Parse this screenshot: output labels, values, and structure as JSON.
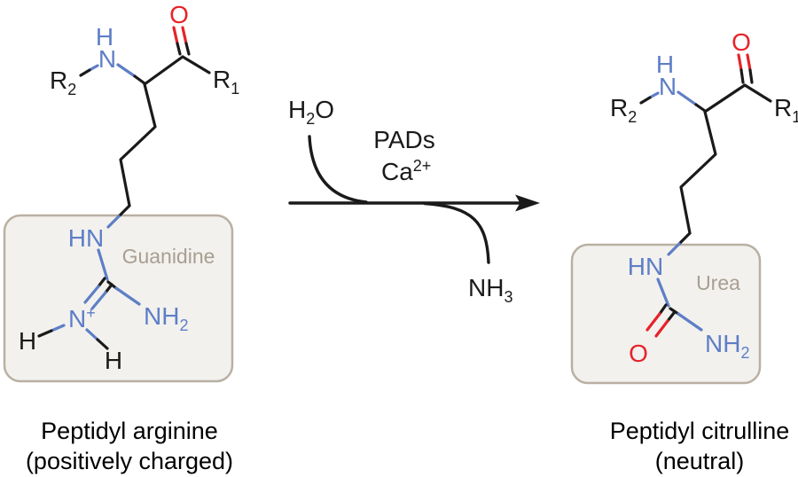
{
  "colors": {
    "bond_black": "#1a1a1a",
    "nitrogen_blue": "#5e7ec6",
    "oxygen_red": "#e62329",
    "highlight_box_fill": "#f2f1ee",
    "highlight_box_border": "#b9b0a2",
    "highlight_label_gray": "#a89f90",
    "caption_black": "#000000"
  },
  "left_molecule": {
    "carbonyl_o": "O",
    "r1_main": "R",
    "r1_sub": "1",
    "r2_main": "R",
    "r2_sub": "2",
    "amide_h": "H",
    "amide_n": "N",
    "hn": "HN",
    "n_plus_main": "N",
    "n_plus_sup": "+",
    "nh2_main": "NH",
    "nh2_sub": "2",
    "h_left": "H",
    "h_bottom": "H",
    "box_label": "Guanidine",
    "caption_line1": "Peptidyl arginine",
    "caption_line2": "(positively charged)"
  },
  "reaction": {
    "h2o_h": "H",
    "h2o_sub": "2",
    "h2o_o": "O",
    "enzyme": "PADs",
    "cofactor_main": "Ca",
    "cofactor_sup": "2+",
    "byproduct_main": "NH",
    "byproduct_sub": "3"
  },
  "right_molecule": {
    "carbonyl_o": "O",
    "r1_main": "R",
    "r1_sub": "1",
    "r2_main": "R",
    "r2_sub": "2",
    "amide_h": "H",
    "amide_n": "N",
    "hn": "HN",
    "urea_o": "O",
    "nh2_main": "NH",
    "nh2_sub": "2",
    "box_label": "Urea",
    "caption_line1": "Peptidyl citrulline",
    "caption_line2": "(neutral)"
  }
}
